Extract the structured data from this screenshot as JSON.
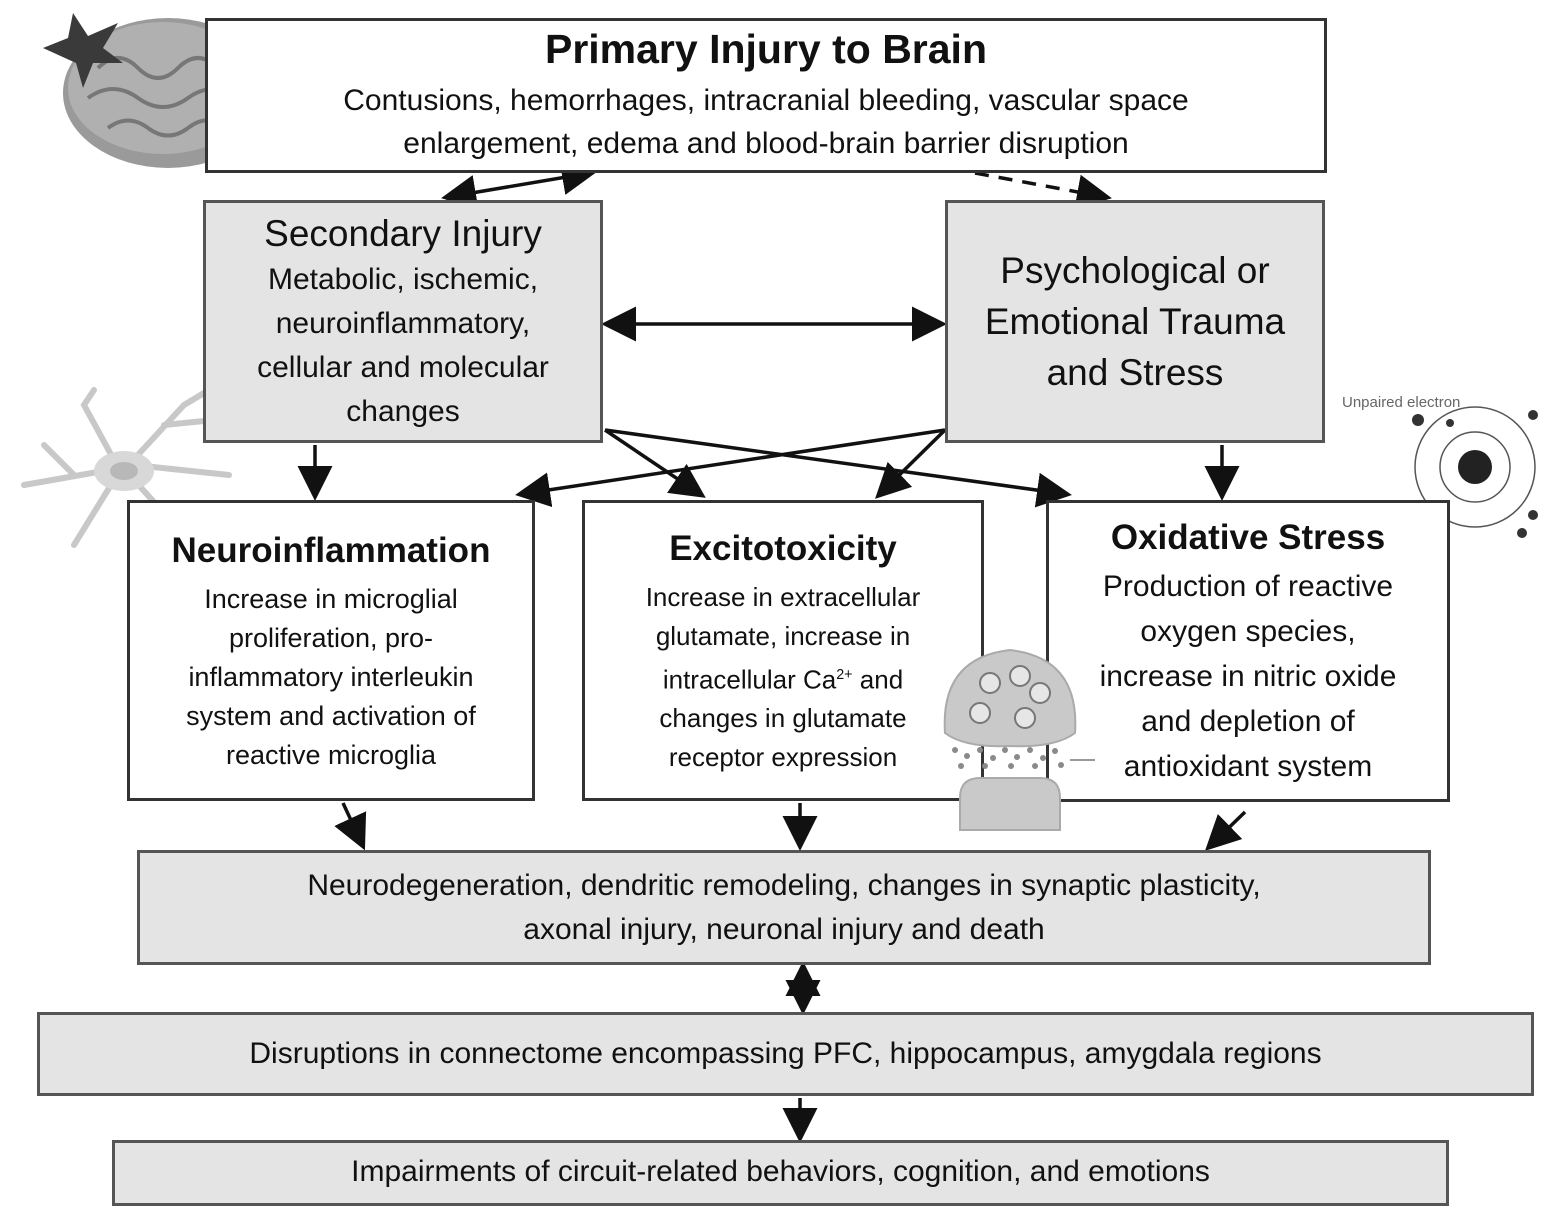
{
  "primary": {
    "title": "Primary Injury to Brain",
    "lines": [
      "Contusions, hemorrhages, intracranial bleeding, vascular space",
      "enlargement, edema and blood-brain barrier disruption"
    ]
  },
  "secondary": {
    "lines": [
      "Secondary Injury",
      "Metabolic, ischemic,",
      "neuroinflammatory,",
      "cellular and molecular",
      "changes"
    ]
  },
  "psych": {
    "lines": [
      "Psychological or",
      "Emotional Trauma",
      "and Stress"
    ]
  },
  "neuro": {
    "title": "Neuroinflammation",
    "lines": [
      "Increase in microglial",
      "proliferation, pro-",
      "inflammatory interleukin",
      "system and activation of",
      "reactive microglia"
    ]
  },
  "excito": {
    "title": "Excitotoxicity",
    "lines": [
      "Increase in extracellular",
      "glutamate, increase in"
    ],
    "ca_prefix": "intracellular Ca",
    "ca_sup": "2+",
    "ca_suffix": " and",
    "lines2": [
      "changes in glutamate",
      "receptor expression"
    ]
  },
  "oxid": {
    "title": "Oxidative Stress",
    "lines": [
      "Production of reactive",
      "oxygen species,",
      "increase in nitric oxide",
      "and depletion of",
      "antioxidant system"
    ]
  },
  "degeneration": {
    "lines": [
      "Neurodegeneration, dendritic remodeling, changes in synaptic plasticity,",
      "axonal injury, neuronal injury and death"
    ]
  },
  "connectome": {
    "text": "Disruptions in connectome encompassing PFC, hippocampus, amygdala regions"
  },
  "impairments": {
    "text": "Impairments of circuit-related behaviors, cognition, and emotions"
  },
  "electron_label": "Unpaired electron"
}
